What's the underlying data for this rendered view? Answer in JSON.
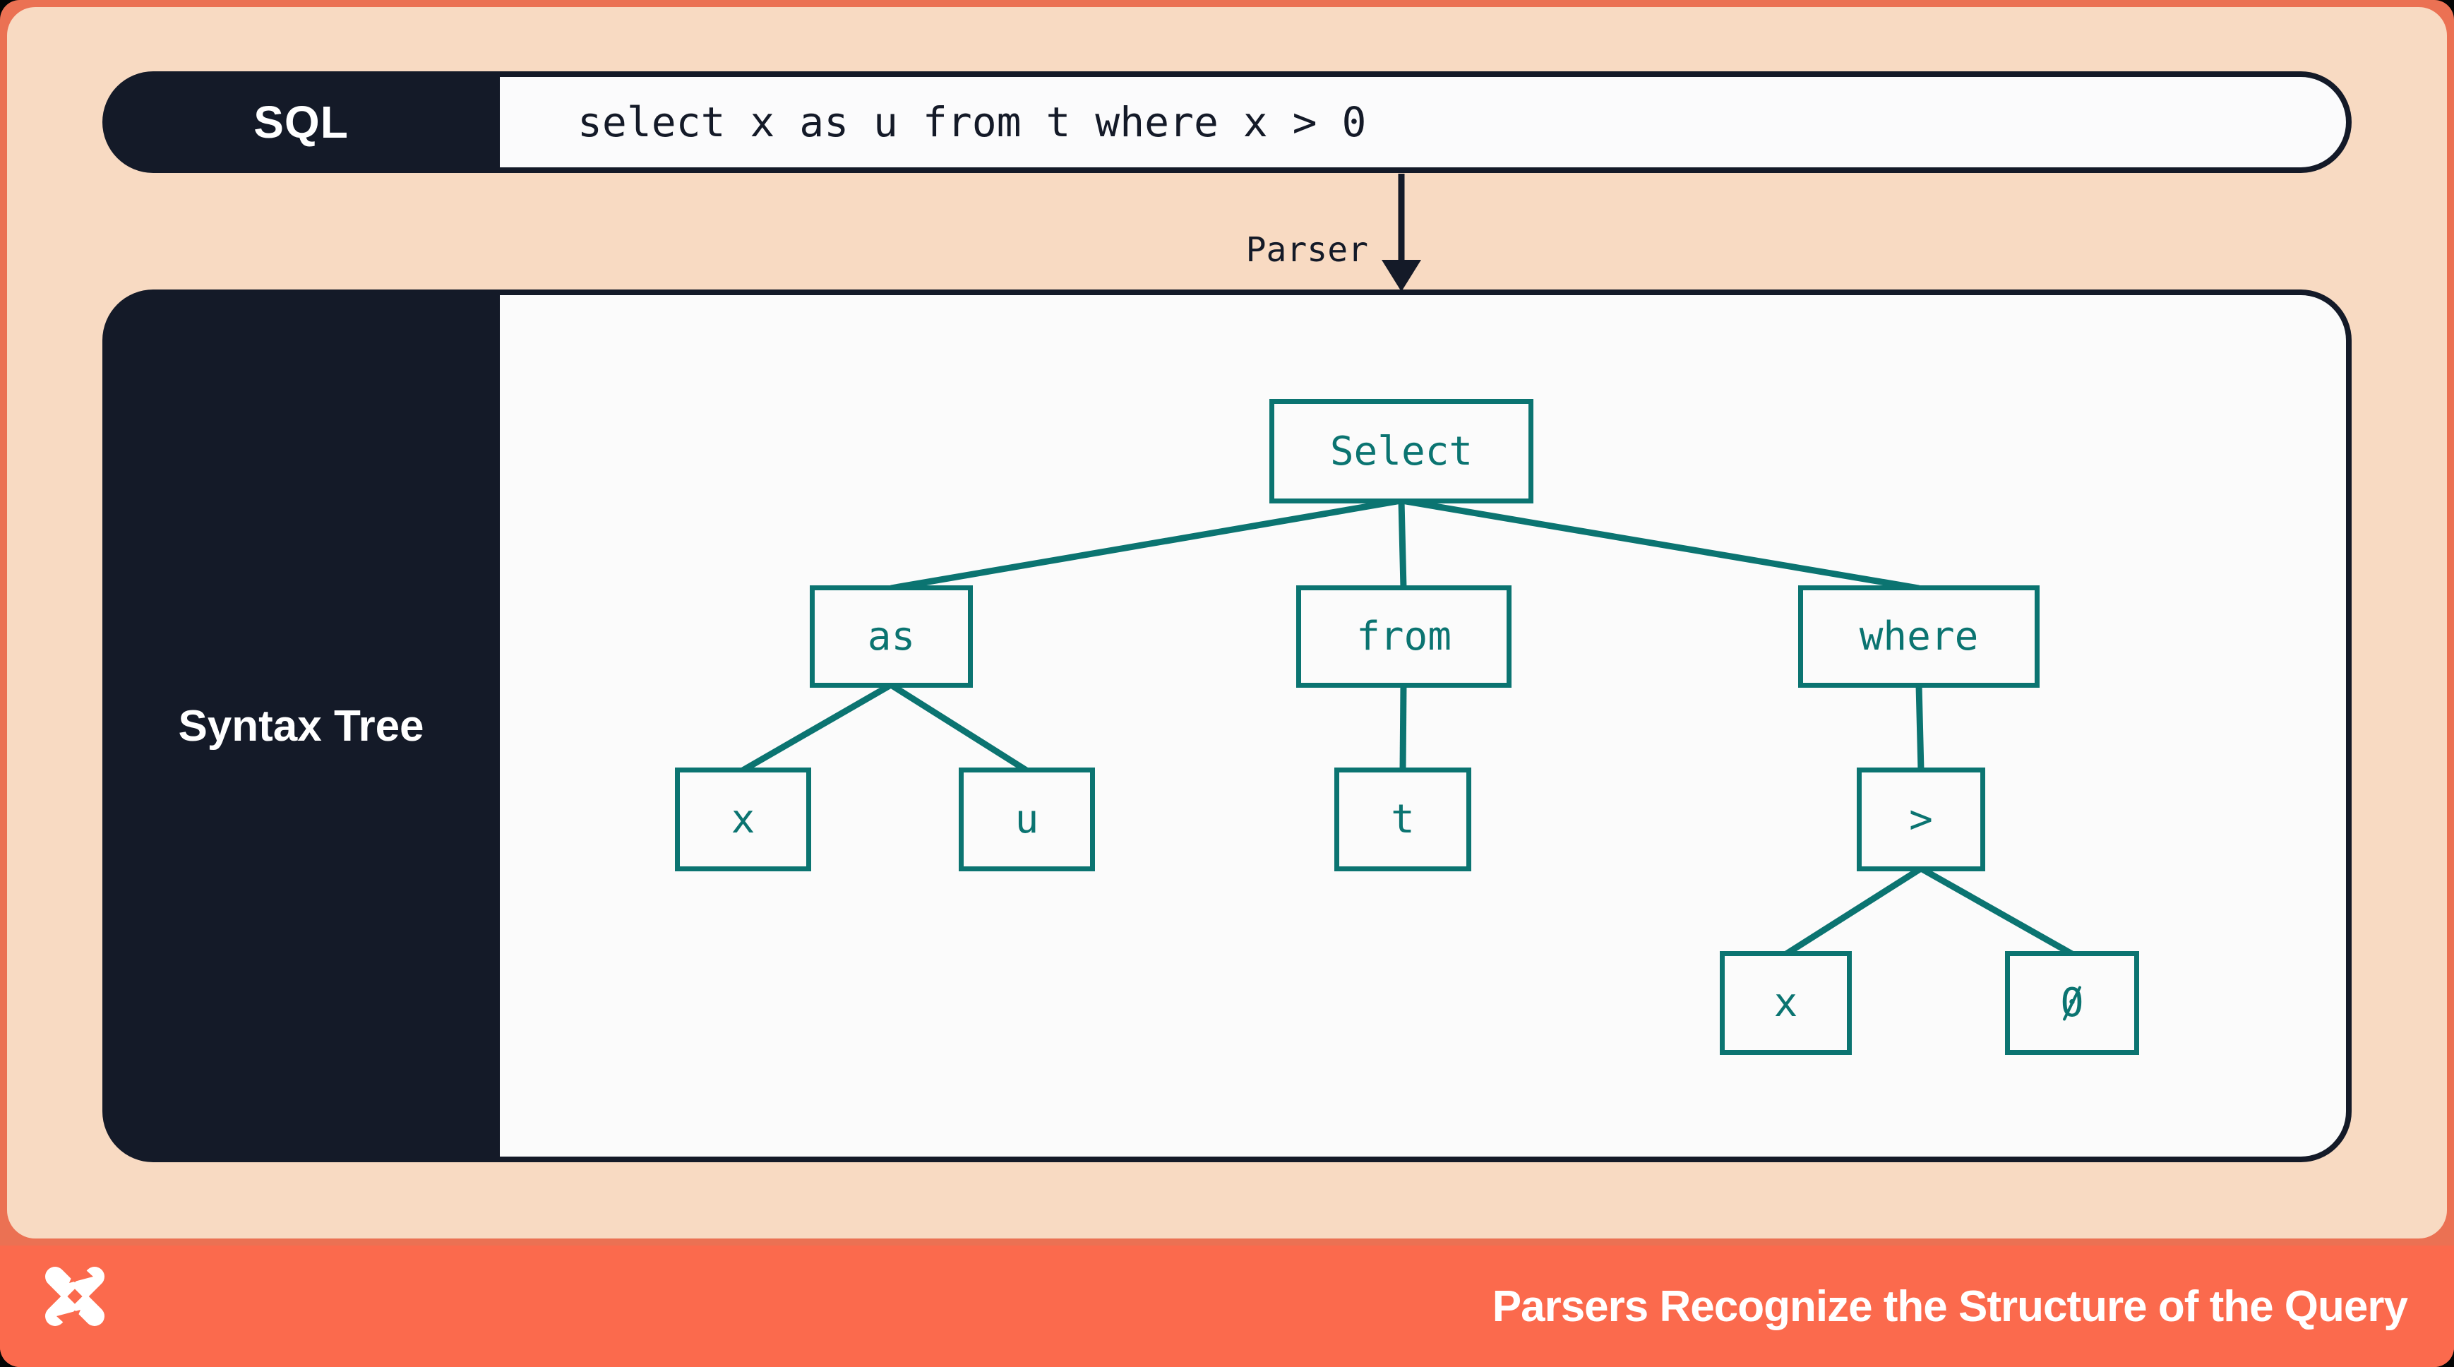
{
  "slide": {
    "sql_bar": {
      "label": "SQL",
      "query": "select x as u from t where x > 0"
    },
    "parser_arrow": {
      "label": "Parser"
    },
    "syntax_panel": {
      "label": "Syntax Tree",
      "tree": {
        "root": "Select",
        "structure": {
          "Select": [
            "as",
            "from",
            "where"
          ],
          "as": [
            "x",
            "u"
          ],
          "from": [
            "t"
          ],
          "where": [
            ">"
          ],
          ">": [
            "x",
            "0"
          ]
        },
        "nodes": [
          {
            "id": "select",
            "label": "Select"
          },
          {
            "id": "as",
            "label": "as"
          },
          {
            "id": "from",
            "label": "from"
          },
          {
            "id": "where",
            "label": "where"
          },
          {
            "id": "x1",
            "label": "x"
          },
          {
            "id": "u",
            "label": "u"
          },
          {
            "id": "t",
            "label": "t"
          },
          {
            "id": "gt",
            "label": ">"
          },
          {
            "id": "x2",
            "label": "x"
          },
          {
            "id": "zero",
            "label": "0"
          }
        ]
      }
    },
    "footer": {
      "caption": "Parsers Recognize the Structure of the Query",
      "logo": "x-star-logo"
    },
    "colors": {
      "border_orange": "#EB7153",
      "footer_coral": "#FB6A4D",
      "peach": "#F8DAC2",
      "navy": "#141A28",
      "teal": "#0B7471",
      "content_white": "#FBFBFB"
    }
  }
}
